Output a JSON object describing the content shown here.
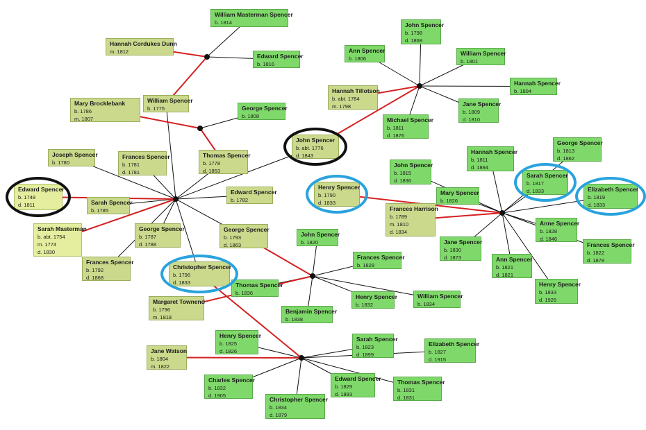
{
  "persons": [
    {
      "id": "william_masterman",
      "role": "child",
      "name": "William Masterman Spencer",
      "lines": [
        "b. 1814"
      ]
    },
    {
      "id": "hannah_cordukes",
      "role": "spouse",
      "name": "Hannah Cordukes Dunn",
      "lines": [
        "m. 1812"
      ]
    },
    {
      "id": "edward_1816",
      "role": "child",
      "name": "Edward Spencer",
      "lines": [
        "b. 1816"
      ]
    },
    {
      "id": "mary_brocklebank",
      "role": "spouse",
      "name": "Mary Brocklebank",
      "lines": [
        "b. 1786",
        "m. 1807"
      ]
    },
    {
      "id": "william_1775",
      "role": "spouse",
      "name": "William Spencer",
      "lines": [
        "b. 1775"
      ]
    },
    {
      "id": "george_1808",
      "role": "child",
      "name": "George Spencer",
      "lines": [
        "b. 1808"
      ]
    },
    {
      "id": "john_1776",
      "role": "spouse",
      "name": "John Spencer",
      "lines": [
        "b. abt. 1776",
        "d. 1843"
      ]
    },
    {
      "id": "joseph_1780",
      "role": "spouse",
      "name": "Joseph Spencer",
      "lines": [
        "b. 1780"
      ]
    },
    {
      "id": "frances_1781",
      "role": "spouse",
      "name": "Frances Spencer",
      "lines": [
        "b. 1781",
        "d. 1781"
      ]
    },
    {
      "id": "thomas_1778",
      "role": "spouse",
      "name": "Thomas Spencer",
      "lines": [
        "b. 1778",
        "d. 1853"
      ]
    },
    {
      "id": "edward_1748",
      "role": "light",
      "name": "Edward Spencer",
      "lines": [
        "b. 1748",
        "d. 1811"
      ]
    },
    {
      "id": "sarah_1785",
      "role": "spouse",
      "name": "Sarah Spencer",
      "lines": [
        "b. 1785"
      ]
    },
    {
      "id": "edward_1782",
      "role": "spouse",
      "name": "Edward Spencer",
      "lines": [
        "b. 1782"
      ]
    },
    {
      "id": "sarah_masterman",
      "role": "light",
      "name": "Sarah Masterman",
      "lines": [
        "b. abt. 1754",
        "m. 1774",
        "d. 1830"
      ]
    },
    {
      "id": "george_1787",
      "role": "spouse",
      "name": "George Spencer",
      "lines": [
        "b. 1787",
        "d. 1788"
      ]
    },
    {
      "id": "george_1793",
      "role": "spouse",
      "name": "George Spencer",
      "lines": [
        "b. 1793",
        "d. 1863"
      ]
    },
    {
      "id": "frances_1792",
      "role": "spouse",
      "name": "Frances Spencer",
      "lines": [
        "b. 1792",
        "d. 1868"
      ]
    },
    {
      "id": "christopher_1796",
      "role": "spouse",
      "name": "Christopher Spencer",
      "lines": [
        "b. 1796",
        "d. 1833"
      ]
    },
    {
      "id": "margaret_townend",
      "role": "spouse",
      "name": "Margaret Townend",
      "lines": [
        "b. 1796",
        "m. 1818"
      ]
    },
    {
      "id": "john_1798",
      "role": "child",
      "name": "John Spencer",
      "lines": [
        "b. 1798",
        "d. 1868"
      ]
    },
    {
      "id": "ann_1806",
      "role": "child",
      "name": "Ann Spencer",
      "lines": [
        "b. 1806"
      ]
    },
    {
      "id": "william_1801",
      "role": "child",
      "name": "William Spencer",
      "lines": [
        "b. 1801"
      ]
    },
    {
      "id": "hannah_tillotson",
      "role": "spouse",
      "name": "Hannah Tillotson",
      "lines": [
        "b. abt. 1784",
        "m. 1798"
      ]
    },
    {
      "id": "hannah_1804",
      "role": "child",
      "name": "Hannah Spencer",
      "lines": [
        "b. 1804"
      ]
    },
    {
      "id": "jane_1809",
      "role": "child",
      "name": "Jane Spencer",
      "lines": [
        "b. 1809",
        "d. 1810"
      ]
    },
    {
      "id": "michael_1811",
      "role": "child",
      "name": "Michael Spencer",
      "lines": [
        "b. 1811",
        "d. 1876"
      ]
    },
    {
      "id": "george_1813",
      "role": "child",
      "name": "George Spencer",
      "lines": [
        "b. 1813",
        "d. 1862"
      ]
    },
    {
      "id": "hannah_1811",
      "role": "child",
      "name": "Hannah Spencer",
      "lines": [
        "b. 1811",
        "d. 1894"
      ]
    },
    {
      "id": "john_1815",
      "role": "child",
      "name": "John Spencer",
      "lines": [
        "b. 1815",
        "d. 1836"
      ]
    },
    {
      "id": "sarah_1817",
      "role": "child",
      "name": "Sarah Spencer",
      "lines": [
        "b. 1817",
        "d. 1833"
      ]
    },
    {
      "id": "elizabeth_1819",
      "role": "child",
      "name": "Elizabeth Spencer",
      "lines": [
        "b. 1819",
        "d. 1833"
      ]
    },
    {
      "id": "henry_1790",
      "role": "spouse",
      "name": "Henry Spencer",
      "lines": [
        "b. 1790",
        "d. 1833"
      ]
    },
    {
      "id": "mary_1826",
      "role": "child",
      "name": "Mary Spencer",
      "lines": [
        "b. 1826"
      ]
    },
    {
      "id": "frances_harrison",
      "role": "spouse",
      "name": "Frances Harrison",
      "lines": [
        "b. 1789",
        "m. 1810",
        "d. 1834"
      ]
    },
    {
      "id": "anne_1828",
      "role": "child",
      "name": "Anne Spencer",
      "lines": [
        "b. 1828",
        "d. 1846"
      ]
    },
    {
      "id": "jane_1830",
      "role": "child",
      "name": "Jane Spencer",
      "lines": [
        "b. 1830",
        "d. 1873"
      ]
    },
    {
      "id": "frances_1822",
      "role": "child",
      "name": "Frances Spencer",
      "lines": [
        "b. 1822",
        "d. 1878"
      ]
    },
    {
      "id": "ann_1821",
      "role": "child",
      "name": "Ann Spencer",
      "lines": [
        "b. 1821",
        "d. 1821"
      ]
    },
    {
      "id": "henry_1833",
      "role": "child",
      "name": "Henry Spencer",
      "lines": [
        "b. 1833",
        "d. 1926"
      ]
    },
    {
      "id": "john_1820",
      "role": "child",
      "name": "John Spencer",
      "lines": [
        "b. 1820"
      ]
    },
    {
      "id": "frances_1828",
      "role": "child",
      "name": "Frances Spencer",
      "lines": [
        "b. 1828"
      ]
    },
    {
      "id": "thomas_1836",
      "role": "child",
      "name": "Thomas Spencer",
      "lines": [
        "b. 1836"
      ]
    },
    {
      "id": "henry_1832",
      "role": "child",
      "name": "Henry Spencer",
      "lines": [
        "b. 1832"
      ]
    },
    {
      "id": "william_1834",
      "role": "child",
      "name": "William Spencer",
      "lines": [
        "b. 1834"
      ]
    },
    {
      "id": "benjamin_1838",
      "role": "child",
      "name": "Benjamin Spencer",
      "lines": [
        "b. 1838"
      ]
    },
    {
      "id": "henry_1825",
      "role": "child",
      "name": "Henry Spencer",
      "lines": [
        "b. 1825",
        "d. 1826"
      ]
    },
    {
      "id": "sarah_1823",
      "role": "child",
      "name": "Sarah Spencer",
      "lines": [
        "b. 1823",
        "d. 1899"
      ]
    },
    {
      "id": "elizabeth_1827",
      "role": "child",
      "name": "Elizabeth Spencer",
      "lines": [
        "b. 1827",
        "d. 1915"
      ]
    },
    {
      "id": "jane_watson",
      "role": "spouse",
      "name": "Jane Watson",
      "lines": [
        "b. 1804",
        "m. 1822"
      ]
    },
    {
      "id": "charles_1832",
      "role": "child",
      "name": "Charles Spencer",
      "lines": [
        "b. 1832",
        "d. 1905"
      ]
    },
    {
      "id": "edward_1829",
      "role": "child",
      "name": "Edward Spencer",
      "lines": [
        "b. 1829",
        "d. 1893"
      ]
    },
    {
      "id": "thomas_1831",
      "role": "child",
      "name": "Thomas Spencer",
      "lines": [
        "b. 1831",
        "d. 1831"
      ]
    },
    {
      "id": "christopher_1834",
      "role": "child",
      "name": "Christopher Spencer",
      "lines": [
        "b. 1834",
        "d. 1879"
      ]
    }
  ],
  "families": [
    {
      "id": "fam_edward_sarah",
      "spouses": [
        "edward_1748",
        "sarah_masterman"
      ],
      "children": [
        "william_1775",
        "joseph_1780",
        "frances_1781",
        "john_1776",
        "edward_1782",
        "sarah_1785",
        "george_1787",
        "frances_1792",
        "christopher_1796",
        "george_1793",
        "thomas_1778"
      ]
    },
    {
      "id": "fam_william_hannah",
      "spouses": [
        "william_1775",
        "hannah_cordukes"
      ],
      "children": [
        "william_masterman",
        "edward_1816"
      ]
    },
    {
      "id": "fam_thomas_mary",
      "spouses": [
        "thomas_1778",
        "mary_brocklebank"
      ],
      "children": [
        "george_1808"
      ]
    },
    {
      "id": "fam_john_hannah",
      "spouses": [
        "john_1776",
        "hannah_tillotson"
      ],
      "children": [
        "john_1798",
        "ann_1806",
        "william_1801",
        "hannah_1804",
        "jane_1809",
        "michael_1811"
      ]
    },
    {
      "id": "fam_henry_frances",
      "spouses": [
        "henry_1790",
        "frances_harrison"
      ],
      "children": [
        "george_1813",
        "hannah_1811",
        "john_1815",
        "sarah_1817",
        "elizabeth_1819",
        "mary_1826",
        "anne_1828",
        "jane_1830",
        "frances_1822",
        "ann_1821",
        "henry_1833"
      ]
    },
    {
      "id": "fam_george_margaret",
      "spouses": [
        "george_1793",
        "margaret_townend"
      ],
      "children": [
        "john_1820",
        "frances_1828",
        "thomas_1836",
        "henry_1832",
        "william_1834",
        "benjamin_1838"
      ]
    },
    {
      "id": "fam_christopher_jane",
      "spouses": [
        "christopher_1796",
        "jane_watson"
      ],
      "children": [
        "henry_1825",
        "sarah_1823",
        "elizabeth_1827",
        "charles_1832",
        "edward_1829",
        "thomas_1831",
        "christopher_1834"
      ]
    }
  ],
  "highlights": [
    {
      "person": "john_1776",
      "color": "black"
    },
    {
      "person": "edward_1748",
      "color": "black"
    },
    {
      "person": "henry_1790",
      "color": "blue"
    },
    {
      "person": "christopher_1796",
      "color": "blue"
    },
    {
      "person": "sarah_1817",
      "color": "blue"
    },
    {
      "person": "elizabeth_1819",
      "color": "blue"
    }
  ],
  "colors": {
    "child_fill": "#7fd96a",
    "spouse_fill": "#cbd98c",
    "light_fill": "#e4ee9e",
    "marriage_line": "#d42020",
    "child_line": "#111111",
    "ring_black": "#111111",
    "ring_blue": "#29a3dd"
  }
}
